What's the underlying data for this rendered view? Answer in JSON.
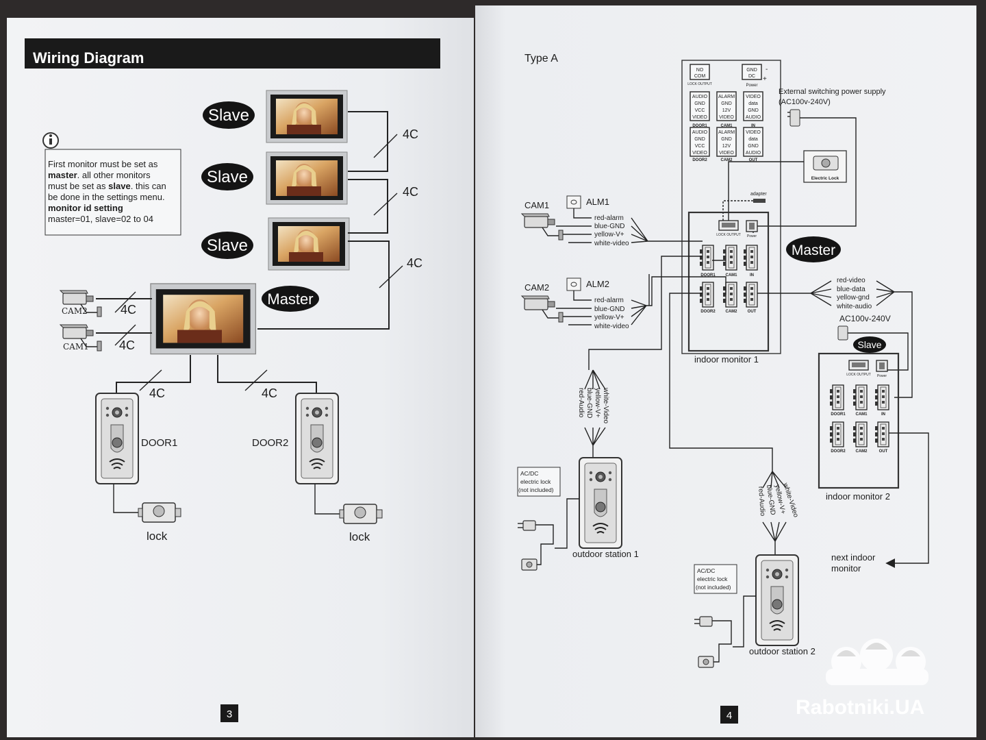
{
  "left_page": {
    "header": "Wiring Diagram",
    "info_icon": "info-icon",
    "note": {
      "line1": "First monitor must be set as",
      "line2_bold": "master",
      "line2_rest": ". all other monitors",
      "line3_pre": "must be set as ",
      "line3_bold": "slave",
      "line3_rest": ". this can",
      "line4": "be done in the settings menu.",
      "line5_bold": "monitor id setting",
      "line6": "master=01, slave=02 to 04"
    },
    "labels": {
      "slave1": "Slave",
      "slave2": "Slave",
      "slave3": "Slave",
      "master": "Master",
      "wire_4c_1": "4C",
      "wire_4c_2": "4C",
      "wire_4c_3": "4C",
      "cam2_wire": "4C",
      "cam1_wire": "4C",
      "door1_wire": "4C",
      "door2_wire": "4C",
      "cam2": "CAM2",
      "cam1": "CAM1",
      "door1": "DOOR1",
      "door2": "DOOR2",
      "lock1": "lock",
      "lock2": "lock"
    },
    "page_number": "3"
  },
  "right_page": {
    "type": "Type A",
    "panel_top": {
      "lock_output": [
        "NO",
        "COM"
      ],
      "lock_output_label": "LOCK OUTPUT",
      "power": [
        "GND",
        "DC"
      ],
      "power_label": "Power",
      "plus": "+",
      "minus": "-",
      "door1": [
        "AUDIO",
        "GND",
        "VCC",
        "VIDEO"
      ],
      "door1_label": "DOOR1",
      "cam1": [
        "ALARM",
        "GND",
        "12V",
        "VIDEO"
      ],
      "cam1_label": "CAM1",
      "in": [
        "VIDEO",
        "data",
        "GND",
        "AUDIO"
      ],
      "in_label": "IN",
      "door2": [
        "AUDIO",
        "GND",
        "VCC",
        "VIDEO"
      ],
      "door2_label": "DOOR2",
      "cam2": [
        "ALARM",
        "GND",
        "12V",
        "VIDEO"
      ],
      "cam2_label": "CAM2",
      "out": [
        "VIDEO",
        "data",
        "GND",
        "AUDIO"
      ],
      "out_label": "OUT"
    },
    "power_supply": [
      "External switching power supply",
      "(AC100v-240V)"
    ],
    "electric_lock": "Electric Lock",
    "adapter": "adapter",
    "cam1": "CAM1",
    "alm1": "ALM1",
    "cam1_wires": [
      "red-alarm",
      "blue-GND",
      "yellow-V+",
      "white-video"
    ],
    "cam2": "CAM2",
    "alm2": "ALM2",
    "cam2_wires": [
      "red-alarm",
      "blue-GND",
      "yellow-V+",
      "white-video"
    ],
    "master": "Master",
    "monitor1_ports": {
      "lock": "LOCK OUTPUT",
      "power": "Power",
      "door1": "DOOR1",
      "cam1": "CAM1",
      "in": "IN",
      "door2": "DOOR2",
      "cam2": "CAM2",
      "out": "OUT"
    },
    "indoor_monitor_1": "indoor monitor 1",
    "bus_wires": [
      "red-video",
      "blue-data",
      "yellow-gnd",
      "white-audio"
    ],
    "ac_label": "AC100v-240V",
    "slave": "Slave",
    "monitor2_ports": {
      "lock": "LOCK OUTPUT",
      "power": "Power",
      "door1": "DOOR1",
      "cam1": "CAM1",
      "in": "IN",
      "door2": "DOOR2",
      "cam2": "CAM2",
      "out": "OUT"
    },
    "indoor_monitor_2": "indoor monitor 2",
    "next_monitor": [
      "next indoor",
      "monitor"
    ],
    "door_wires": [
      "white-Video",
      "yellow-V+",
      "blue-GND",
      "red-Audio"
    ],
    "door_wires2": [
      "white-Video",
      "yellow-V+",
      "blue-GND",
      "red-Audio"
    ],
    "lock_note_1": [
      "AC/DC",
      "electric lock",
      "(not included)"
    ],
    "lock_note_2": [
      "AC/DC",
      "electric lock",
      "(not included)"
    ],
    "outdoor_station_1": "outdoor station 1",
    "outdoor_station_2": "outdoor station 2",
    "page_number": "4"
  },
  "watermark": {
    "text": "Rabotniki.UA",
    "icon": "workers-helmet-icon"
  },
  "colors": {
    "header_bar": "#1a1a1a",
    "pill": "#141414",
    "screen_warm": "#c9813d",
    "watermark": "#ffffff"
  }
}
